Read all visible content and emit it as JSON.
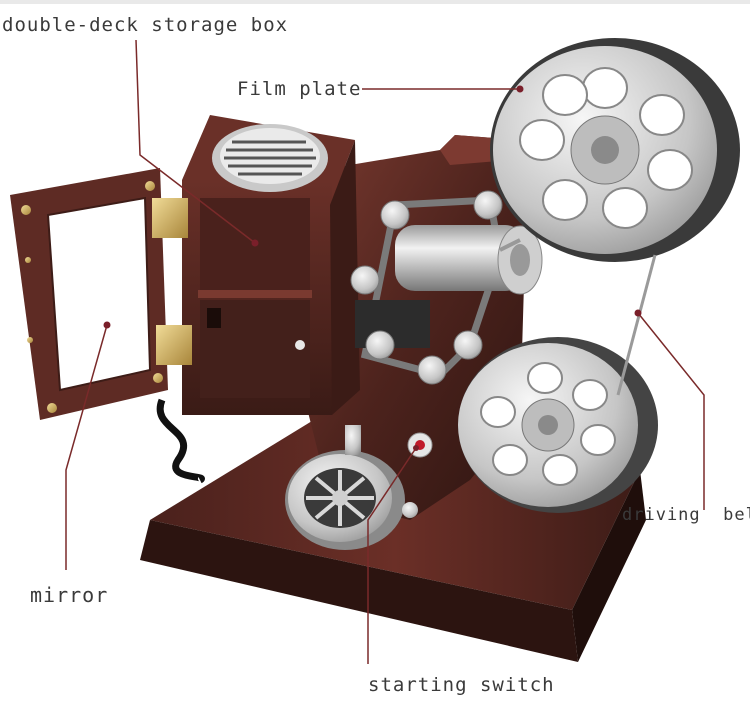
{
  "labels": {
    "storage_box": "double-deck storage box",
    "film_plate": "Film plate",
    "mirror": "mirror",
    "driving_belt": "driving  belt",
    "starting_switch": "starting switch"
  },
  "colors": {
    "wood_dark": "#3a1d17",
    "wood_mid": "#5e2b24",
    "wood_light": "#7a3a30",
    "metal_light": "#e4e4e4",
    "metal_mid": "#b9b9b9",
    "metal_dark": "#6e6e6e",
    "brass": "#d8b865",
    "leader_line": "#7a2a2a",
    "marker": "#7a1f2a"
  }
}
